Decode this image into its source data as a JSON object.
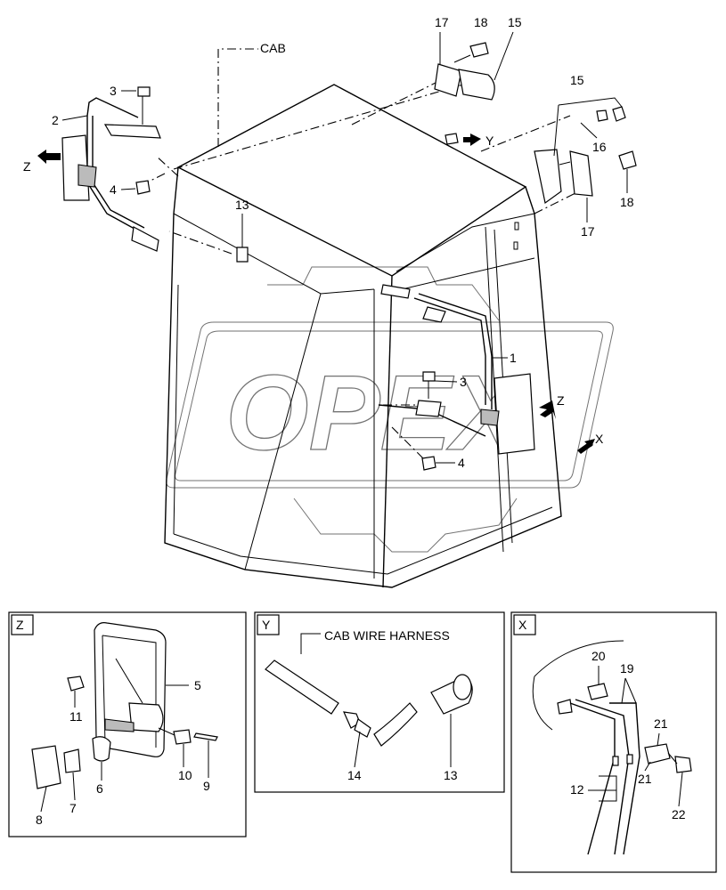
{
  "watermark": "OPEX",
  "labels": {
    "cab": "CAB",
    "cab_wire_harness": "CAB WIRE HARNESS",
    "arrow_y": "Y",
    "arrow_z_left": "Z",
    "arrow_z_right": "Z",
    "arrow_x": "X"
  },
  "inset_titles": {
    "z": "Z",
    "y": "Y",
    "x": "X"
  },
  "callouts": {
    "main": [
      "17",
      "18",
      "15",
      "3",
      "2",
      "4",
      "15",
      "16",
      "18",
      "17",
      "13",
      "1",
      "3",
      "4"
    ],
    "inset_z": [
      "5",
      "11",
      "10",
      "9",
      "6",
      "7",
      "8"
    ],
    "inset_y": [
      "14",
      "13"
    ],
    "inset_x": [
      "20",
      "19",
      "21",
      "21",
      "22",
      "12"
    ]
  }
}
